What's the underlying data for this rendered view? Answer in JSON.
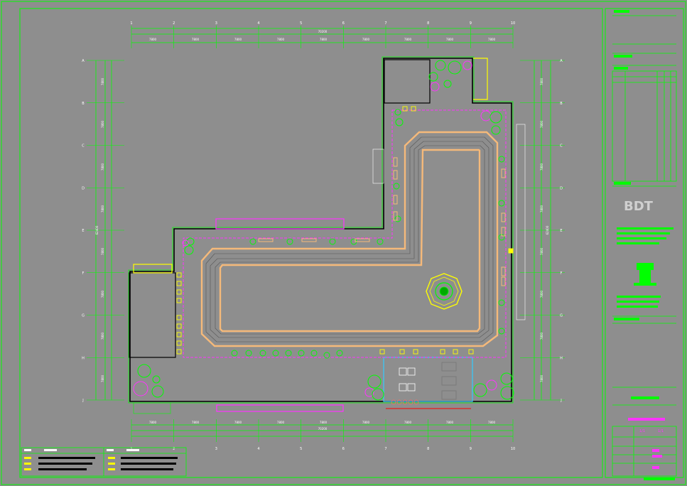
{
  "drawing": {
    "canvas_color": "#8e8e8e",
    "line_color": "#00ff00",
    "accent_yellow": "#ffff00",
    "accent_magenta": "#ff33ff",
    "track_color": "#f5b97a",
    "water_color": "#33ccff"
  },
  "grid": {
    "columns": [
      "1",
      "2",
      "3",
      "4",
      "5",
      "6",
      "7",
      "8",
      "9",
      "10"
    ],
    "rows": [
      "A",
      "B",
      "C",
      "D",
      "E",
      "F",
      "G",
      "H",
      "J"
    ],
    "top_spans": [
      "7800",
      "7800",
      "7800",
      "7800",
      "7800",
      "7800",
      "7800",
      "7800",
      "7800"
    ],
    "top_total": "70200",
    "bottom_spans": [
      "7800",
      "7800",
      "7800",
      "7800",
      "7800",
      "7800",
      "7800",
      "7800",
      "7800"
    ],
    "bottom_total": "70200",
    "side_spans": [
      "7800",
      "7800",
      "7800",
      "7800",
      "7800",
      "7800",
      "7800",
      "7800"
    ],
    "side_total": "62400"
  },
  "title_block": {
    "logo": "BDT",
    "page_numbers": [
      "1/1",
      "1/1"
    ]
  }
}
